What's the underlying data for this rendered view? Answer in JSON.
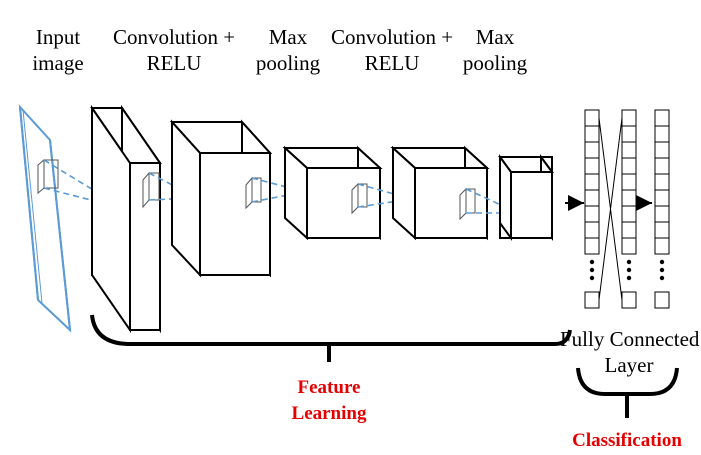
{
  "stages": [
    {
      "id": "input",
      "lines": [
        "Input",
        "image"
      ]
    },
    {
      "id": "conv1",
      "lines": [
        "Convolution +",
        "RELU"
      ]
    },
    {
      "id": "pool1",
      "lines": [
        "Max",
        "pooling"
      ]
    },
    {
      "id": "conv2",
      "lines": [
        "Convolution +",
        "RELU"
      ]
    },
    {
      "id": "pool2",
      "lines": [
        "Max",
        "pooling"
      ]
    }
  ],
  "fc_label": [
    "Fully Connected",
    "Layer"
  ],
  "groups": {
    "feature_learning": [
      "Feature",
      "Learning"
    ],
    "classification": "Classification"
  },
  "colors": {
    "input_layer": "#5b9bd5",
    "kernel_projection": "#5b9bd5",
    "group_label": "#e60000",
    "stroke": "#000000"
  }
}
